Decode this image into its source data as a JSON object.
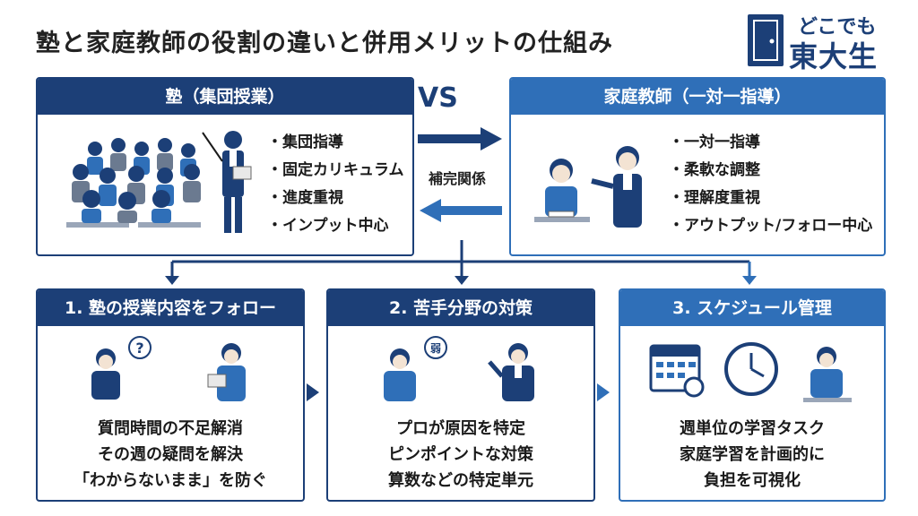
{
  "title": "塾と家庭教師の役割の違いと併用メリットの仕組み",
  "logo": {
    "top": "どこでも",
    "bottom": "東大生"
  },
  "vs": "VS",
  "relation_label": "補完関係",
  "juku": {
    "header": "塾（集団授業）",
    "bullets": [
      "集団指導",
      "固定カリキュラム",
      "進度重視",
      "インプット中心"
    ]
  },
  "tutor": {
    "header": "家庭教師（一対一指導）",
    "bullets": [
      "一対一指導",
      "柔軟な調整",
      "理解度重視",
      "アウトプット/フォロー中心"
    ]
  },
  "benefits": [
    {
      "header": "1. 塾の授業内容をフォロー",
      "icon_text": "?",
      "lines": [
        "質問時間の不足解消",
        "その週の疑問を解決",
        "「わからないまま」を防ぐ"
      ]
    },
    {
      "header": "2. 苦手分野の対策",
      "icon_text": "弱",
      "lines": [
        "プロが原因を特定",
        "ピンポイントな対策",
        "算数などの特定単元"
      ]
    },
    {
      "header": "3. スケジュール管理",
      "lines": [
        "週単位の学習タスク",
        "家庭学習を計画的に",
        "負担を可視化"
      ]
    }
  ],
  "colors": {
    "navy": "#1c3f77",
    "blue": "#2f6fb8"
  }
}
